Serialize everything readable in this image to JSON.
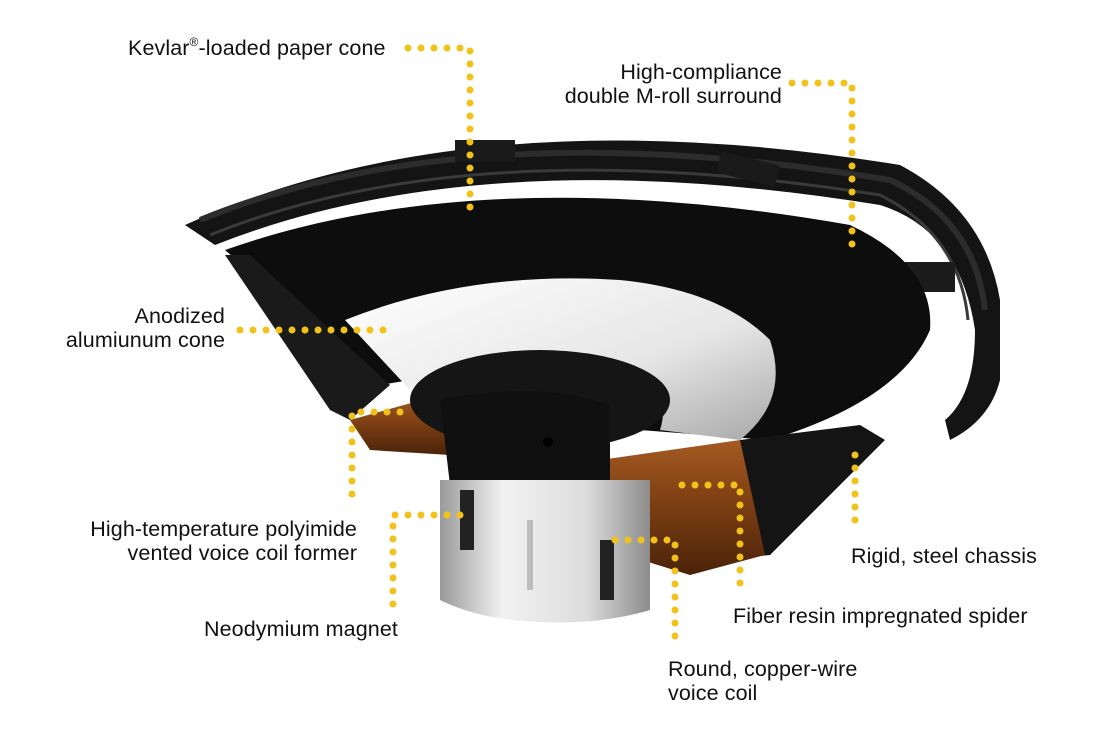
{
  "title": "Speaker cutaway diagram",
  "accent_color": "#f2c21b",
  "labels": {
    "kevlar_cone": {
      "text_before": "Kevlar",
      "sup": "®",
      "text_after": "-loaded paper cone"
    },
    "surround": {
      "line1": "High-compliance",
      "line2": "double M-roll surround"
    },
    "aluminum_cone": {
      "line1": "Anodized",
      "line2": "alumiunum cone"
    },
    "voice_coil_former": {
      "line1": "High-temperature polyimide",
      "line2": "vented voice coil former"
    },
    "magnet": {
      "line1": "Neodymium magnet"
    },
    "chassis": {
      "line1": "Rigid, steel chassis"
    },
    "spider": {
      "line1": "Fiber resin impregnated spider"
    },
    "voice_coil": {
      "line1": "Round, copper-wire",
      "line2": "voice coil"
    }
  }
}
